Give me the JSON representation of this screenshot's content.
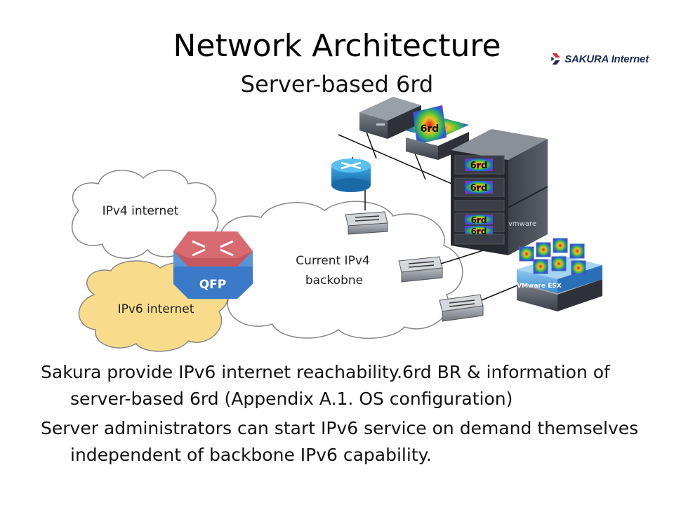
{
  "slide": {
    "title": "Network Architecture",
    "subtitle": "Server-based 6rd",
    "logo_text": "SAKURA Internet"
  },
  "diagram": {
    "ipv4_cloud_label": "IPv4 internet",
    "ipv6_cloud_label": "IPv6 internet",
    "backbone_label_line1": "Current IPv4",
    "backbone_label_line2": "backobne",
    "router_label": "QFP",
    "server_tag": "6rd",
    "vm_host_label": "VMware ESX",
    "rack_brand": "vmware"
  },
  "body": {
    "paragraphs": [
      "Sakura provide IPv6 internet reachability.6rd BR & information of server-based 6rd (Appendix A.1.  OS configuration)",
      "Server administrators can start IPv6 service on demand themselves  independent  of backbone IPv6 capability."
    ]
  },
  "colors": {
    "cloud_fill": "#ffffff",
    "cloud_stroke": "#888888",
    "ipv6_cloud_fill": "#f8dc8c",
    "router_top": "#c8565e",
    "router_side": "#3a7ac8",
    "cisco_router": "#2aa0e0",
    "logo_red": "#d42a2a",
    "logo_navy": "#1b2a5a"
  }
}
